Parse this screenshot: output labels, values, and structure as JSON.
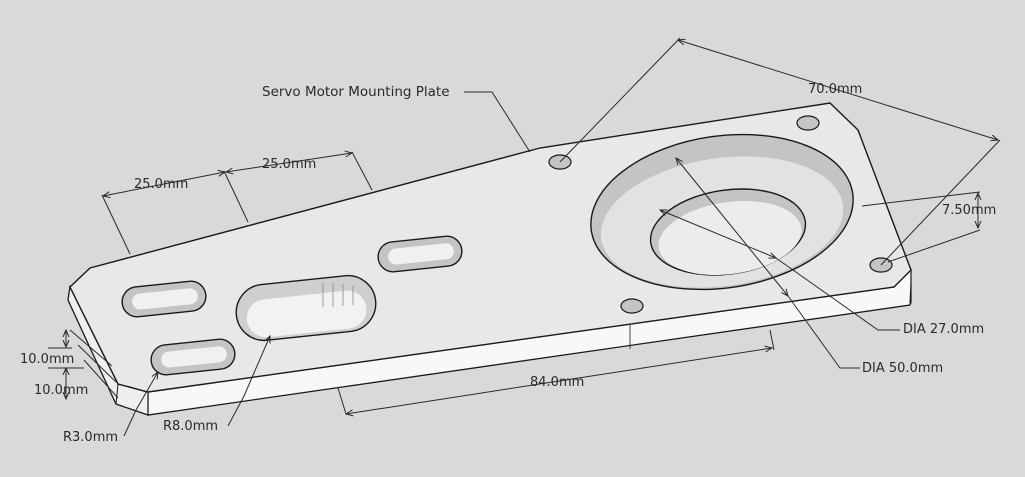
{
  "title": "Servo Motor Mounting Plate",
  "dimensions": {
    "overall_length": "70.0mm",
    "slot_spacing_1": "25.0mm",
    "slot_spacing_2": "25.0mm",
    "hole_offset": "7.50mm",
    "bore_dia": "DIA 27.0mm",
    "recess_dia": "DIA 50.0mm",
    "edge_offset_1": "10.0mm",
    "edge_offset_2": "10.0mm",
    "base_length": "84.0mm",
    "corner_radius": "R3.0mm",
    "slot_radius": "R8.0mm"
  },
  "colors": {
    "background": "#d9d9d9",
    "plate_top": "#e8e8e8",
    "plate_side": "#f7f7f7",
    "edge": "#1a1a1a",
    "hole": "#bdbdbd",
    "dim_line": "#2a2a2a"
  }
}
